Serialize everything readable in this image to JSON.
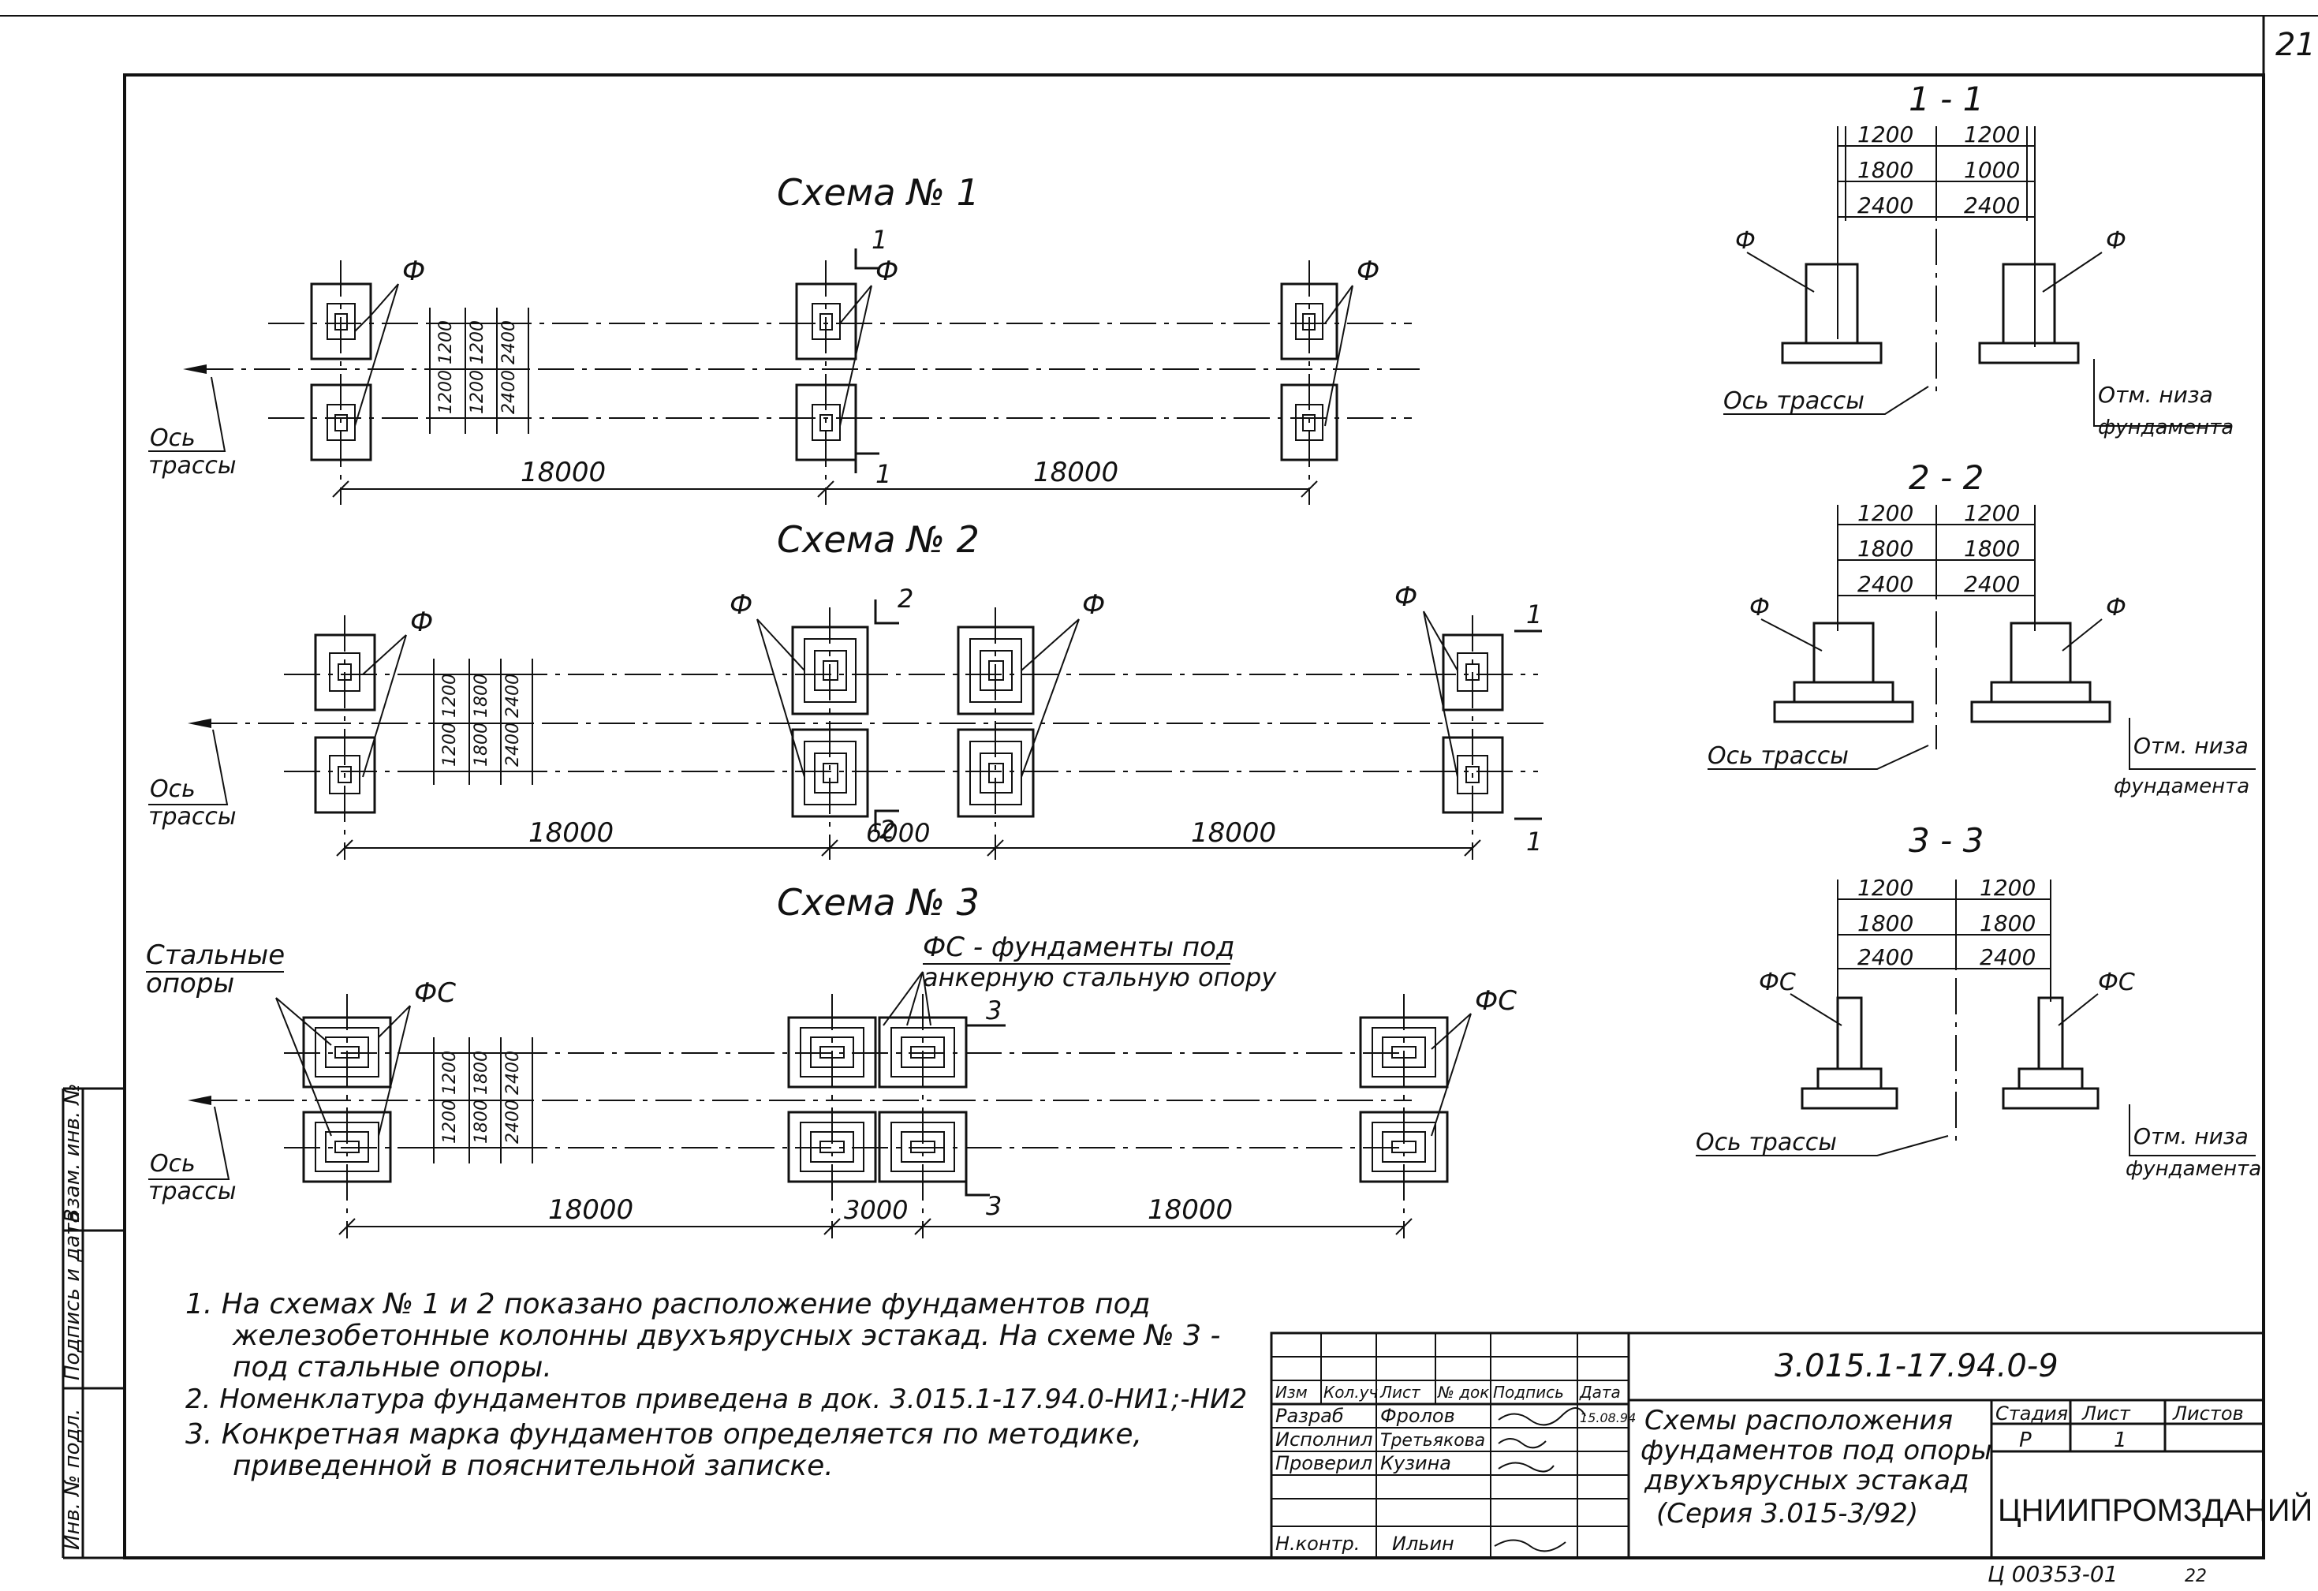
{
  "sheet": {
    "page_number": "21",
    "bottom_code": "Ц 00353-01",
    "bottom_tail": "22"
  },
  "schemes": [
    {
      "title": "Схема № 1"
    },
    {
      "title": "Схема № 2"
    },
    {
      "title": "Схема № 3"
    }
  ],
  "labels": {
    "f": "Ф",
    "fs": "ФС",
    "axis_line1": "Ось",
    "axis_line2": "трассы",
    "axis_single": "Ось трассы",
    "bottom_mark_line1": "Отм. низа",
    "bottom_mark_line2": "фундамента",
    "steel_line1": "Стальные",
    "steel_line2": "опоры",
    "fs_note_line1": "ФС - фундаменты под",
    "fs_note_line2": "анкерную стальную опору"
  },
  "dimensions": {
    "span": "18000",
    "gap2": "6000",
    "gap3": "3000",
    "s1_v": [
      "1200",
      "1200",
      "1200",
      "1200",
      "2400",
      "2400"
    ],
    "s2_v": [
      "1200",
      "1200",
      "1800",
      "1800",
      "2400",
      "2400"
    ],
    "s3_v": [
      "1200",
      "1200",
      "1800",
      "1800",
      "2400",
      "2400"
    ]
  },
  "sections": [
    {
      "title": "1 - 1",
      "rows": [
        [
          "1200",
          "1200"
        ],
        [
          "1800",
          "1000"
        ],
        [
          "2400",
          "2400"
        ]
      ]
    },
    {
      "title": "2 - 2",
      "rows": [
        [
          "1200",
          "1200"
        ],
        [
          "1800",
          "1800"
        ],
        [
          "2400",
          "2400"
        ]
      ]
    },
    {
      "title": "3 - 3",
      "rows": [
        [
          "1200",
          "1200"
        ],
        [
          "1800",
          "1800"
        ],
        [
          "2400",
          "2400"
        ]
      ]
    }
  ],
  "section_marks": {
    "s1": "1",
    "s2": "2",
    "s3": "3"
  },
  "notes": [
    "1. На схемах № 1 и 2 показано расположение фундаментов под",
    "железобетонные колонны двухъярусных эстакад. На схеме № 3 -",
    "под стальные опоры.",
    "2. Номенклатура фундаментов приведена в док. 3.015.1-17.94.0-НИ1;-НИ2",
    "3. Конкретная марка фундаментов определяется по методике,",
    "приведенной в пояснительной записке."
  ],
  "title_block": {
    "doc_code": "3.015.1-17.94.0-9",
    "headers": [
      "Изм",
      "Кол.уч",
      "Лист",
      "№ док",
      "Подпись",
      "Дата"
    ],
    "roles": [
      {
        "role": "Разраб",
        "name": "Фролов",
        "date": "15.08.94"
      },
      {
        "role": "Исполнил",
        "name": "Третьякова",
        "date": ""
      },
      {
        "role": "Проверил",
        "name": "Кузина",
        "date": ""
      },
      {
        "role": "Н.контр.",
        "name": "Ильин",
        "date": ""
      }
    ],
    "title_lines": [
      "Схемы расположения",
      "фундаментов под опоры",
      "двухъярусных эстакад",
      "(Серия 3.015-3/92)"
    ],
    "stage_header": "Стадия",
    "sheet_header": "Лист",
    "sheets_header": "Листов",
    "stage": "Р",
    "sheet": "1",
    "sheets": "",
    "org": "ЦНИИПРОМЗДАНИЙ"
  },
  "side_stamp": [
    "Взам. инв. №",
    "Подпись и дата",
    "Инв. № подл."
  ]
}
